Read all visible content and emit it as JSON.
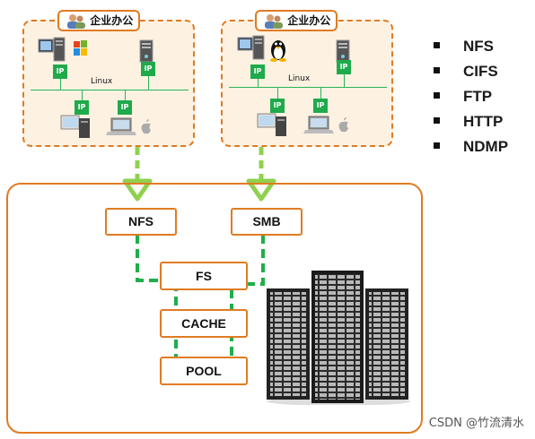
{
  "offices": [
    {
      "title": "企业办公",
      "lan_label": "Linux",
      "ip_label": "IP"
    },
    {
      "title": "企业办公",
      "lan_label": "Linux",
      "ip_label": "IP"
    }
  ],
  "protocols": [
    "NFS",
    "CIFS",
    "FTP",
    "HTTP",
    "NDMP"
  ],
  "stack": {
    "nfs": "NFS",
    "smb": "SMB",
    "fs": "FS",
    "cache": "CACHE",
    "pool": "POOL"
  },
  "watermark": "CSDN @竹流清水",
  "colors": {
    "accent": "#e07b22",
    "green": "#1faa4b",
    "office_bg": "#fdf2e2",
    "arrow": "#8fd14f"
  }
}
